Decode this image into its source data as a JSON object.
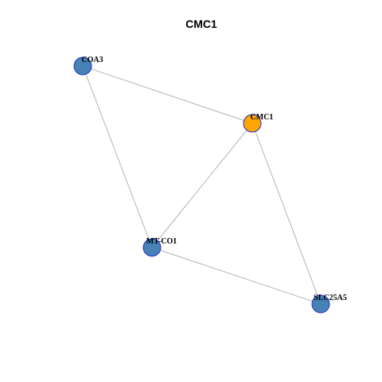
{
  "title": "CMC1",
  "colors": {
    "focus_node": "#FFA500",
    "other_node": "#4682B4",
    "node_border": "#1E2FD6",
    "edge": "#B3B3B3"
  },
  "nodes": [
    {
      "id": "COA3",
      "label": "COA3",
      "role": "neighbor"
    },
    {
      "id": "CMC1",
      "label": "CMC1",
      "role": "focus"
    },
    {
      "id": "MT-CO1",
      "label": "MT-CO1",
      "role": "neighbor"
    },
    {
      "id": "SLC25A5",
      "label": "SLC25A5",
      "role": "neighbor"
    }
  ],
  "edges": [
    {
      "source": "COA3",
      "target": "CMC1"
    },
    {
      "source": "COA3",
      "target": "MT-CO1"
    },
    {
      "source": "CMC1",
      "target": "MT-CO1"
    },
    {
      "source": "CMC1",
      "target": "SLC25A5"
    },
    {
      "source": "MT-CO1",
      "target": "SLC25A5"
    }
  ]
}
